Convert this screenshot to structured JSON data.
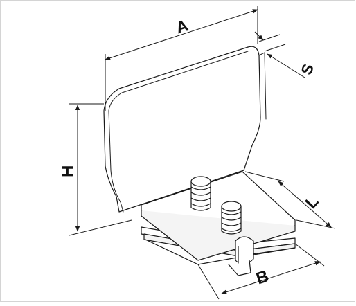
{
  "dimensions": {
    "width_label": "A",
    "thickness_label": "S",
    "height_label": "H",
    "length_label": "L",
    "base_label": "B"
  },
  "colors": {
    "line": "#1a1a1a",
    "fill": "#ffffff",
    "border": "#d4d4d4"
  }
}
